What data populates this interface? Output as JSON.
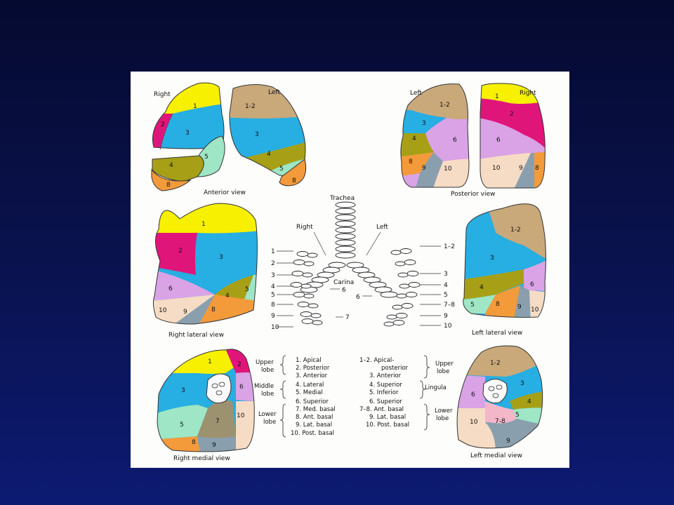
{
  "figure": {
    "anterior": {
      "caption": "Anterior view",
      "side_right": "Right",
      "side_left": "Left",
      "right_numbers": [
        "1",
        "2",
        "3",
        "4",
        "5",
        "8"
      ],
      "left_numbers": [
        "1-2",
        "3",
        "4",
        "5",
        "8"
      ]
    },
    "posterior": {
      "caption": "Posterior view",
      "side_left": "Left",
      "side_right": "Right",
      "left_numbers": [
        "1-2",
        "3",
        "4",
        "6",
        "8",
        "9",
        "10"
      ],
      "right_numbers": [
        "1",
        "2",
        "6",
        "10",
        "9",
        "8"
      ]
    },
    "right_lateral": {
      "caption": "Right lateral view",
      "numbers": [
        "1",
        "2",
        "3",
        "6",
        "4",
        "5",
        "10",
        "9",
        "8"
      ]
    },
    "left_lateral": {
      "caption": "Left lateral view",
      "numbers": [
        "1-2",
        "3",
        "4",
        "6",
        "5",
        "8",
        "9",
        "10"
      ]
    },
    "right_medial": {
      "caption": "Right medial view",
      "numbers": [
        "1",
        "2",
        "3",
        "6",
        "5",
        "7",
        "10",
        "8",
        "9"
      ]
    },
    "left_medial": {
      "caption": "Left medial view",
      "numbers": [
        "1-2",
        "3",
        "6",
        "4",
        "5",
        "7-8",
        "10",
        "9"
      ]
    },
    "bronchi": {
      "trachea": "Trachea",
      "right": "Right",
      "left": "Left",
      "carina": "Carina",
      "right_numbers": [
        "1",
        "2",
        "3",
        "4",
        "5",
        "8",
        "9",
        "10",
        "6",
        "7"
      ],
      "left_numbers": [
        "1–2",
        "3",
        "4",
        "5",
        "7–8",
        "9",
        "10",
        "6"
      ]
    },
    "key": {
      "right": {
        "groups": [
          {
            "label_lines": [
              "Upper",
              "lobe"
            ],
            "items": [
              "1. Apical",
              "2. Posterior",
              "3. Anterior"
            ]
          },
          {
            "label_lines": [
              "Middle",
              "lobe"
            ],
            "items": [
              "4. Lateral",
              "5. Medial"
            ]
          },
          {
            "label_lines": [
              "Lower",
              "lobe"
            ],
            "items": [
              "6. Superior",
              "7. Med. basal",
              "8. Ant. basal",
              "9. Lat. basal",
              "10. Post. basal"
            ]
          }
        ]
      },
      "left": {
        "items": [
          "1–2. Apical-",
          "posterior",
          "3. Anterior",
          "4. Superior",
          "5. Inferior",
          "6. Superior",
          "7–8. Ant. basal",
          "9. Lat. basal",
          "10. Post. basal"
        ],
        "groups": [
          {
            "label_lines": [
              "Upper",
              "lobe"
            ]
          },
          {
            "label_lines": [
              "Lingula"
            ]
          },
          {
            "label_lines": [
              "Lower",
              "lobe"
            ]
          }
        ]
      }
    },
    "colors": {
      "seg1": "#f7f000",
      "seg2": "#e0157a",
      "seg12": "#c9a87a",
      "seg3": "#27aee2",
      "seg4": "#a7a016",
      "seg5": "#9ee6c5",
      "seg6": "#d9a3e6",
      "seg7": "#9d9270",
      "seg8": "#f39a3a",
      "seg9": "#8a9fae",
      "seg10": "#f6dcc4",
      "seg78": "#f4b6c9"
    }
  }
}
